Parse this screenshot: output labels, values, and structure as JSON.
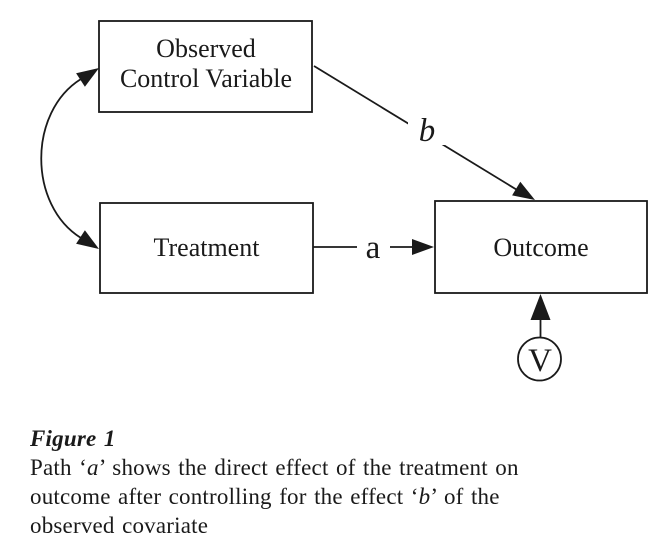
{
  "figure": {
    "nodes": {
      "observed_control": {
        "line1": "Observed",
        "line2": "Control Variable"
      },
      "treatment": {
        "label": "Treatment"
      },
      "outcome": {
        "label": "Outcome"
      },
      "unobserved": {
        "label": "V"
      }
    },
    "path_labels": {
      "a": "a",
      "b": "b"
    }
  },
  "caption": {
    "title": "Figure 1",
    "lines": [
      {
        "pre": "Path ‘",
        "em": "a",
        "post": "’ shows the direct effect of the treatment on"
      },
      {
        "pre": "outcome after controlling for the effect ‘",
        "em": "b",
        "post": "’ of the"
      },
      {
        "pre": "observed covariate",
        "em": "",
        "post": ""
      }
    ]
  },
  "colors": {
    "ink": "#1a1a1a",
    "background": "#ffffff"
  }
}
